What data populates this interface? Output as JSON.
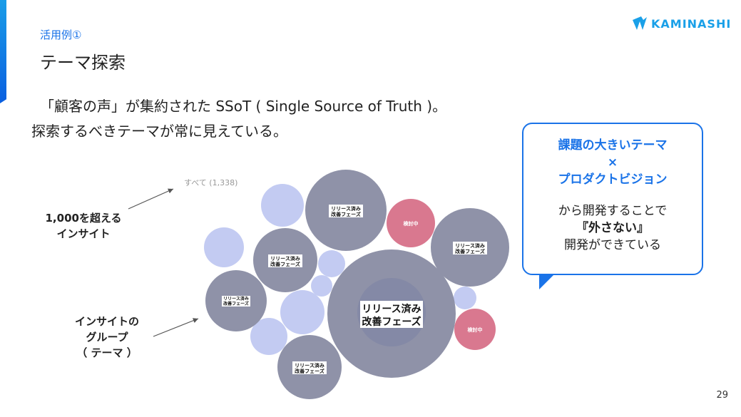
{
  "header": {
    "subtitle": "活用例①",
    "title": "テーマ探索",
    "logo_text": "KAMINASHI"
  },
  "body": {
    "line1": "「顧客の声」が集約された SSoT ( Single Source of Truth )。",
    "line2": "探索するべきテーマが常に見えている。"
  },
  "callout": {
    "line1": "課題の大きいテーマ",
    "line2": "×",
    "line3": "プロダクトビジョン",
    "line4": "から開発することで",
    "line5": "『外さない』",
    "line6": "開発ができている"
  },
  "annotations": {
    "insights_1": "1,000を超える",
    "insights_2": "インサイト",
    "group_1": "インサイトの",
    "group_2": "グループ",
    "group_3": "（ テーマ ）"
  },
  "chart": {
    "all_label": "すべて (1,338)",
    "released_1": "リリース済み",
    "released_2": "改善フェーズ",
    "reviewing": "検討中"
  },
  "colors": {
    "accent": "#1a73e8",
    "gray_bubble": "#8f92a8",
    "red_bubble": "#d9788f",
    "light_bubble": "#c3cbf2"
  },
  "page_number": "29"
}
